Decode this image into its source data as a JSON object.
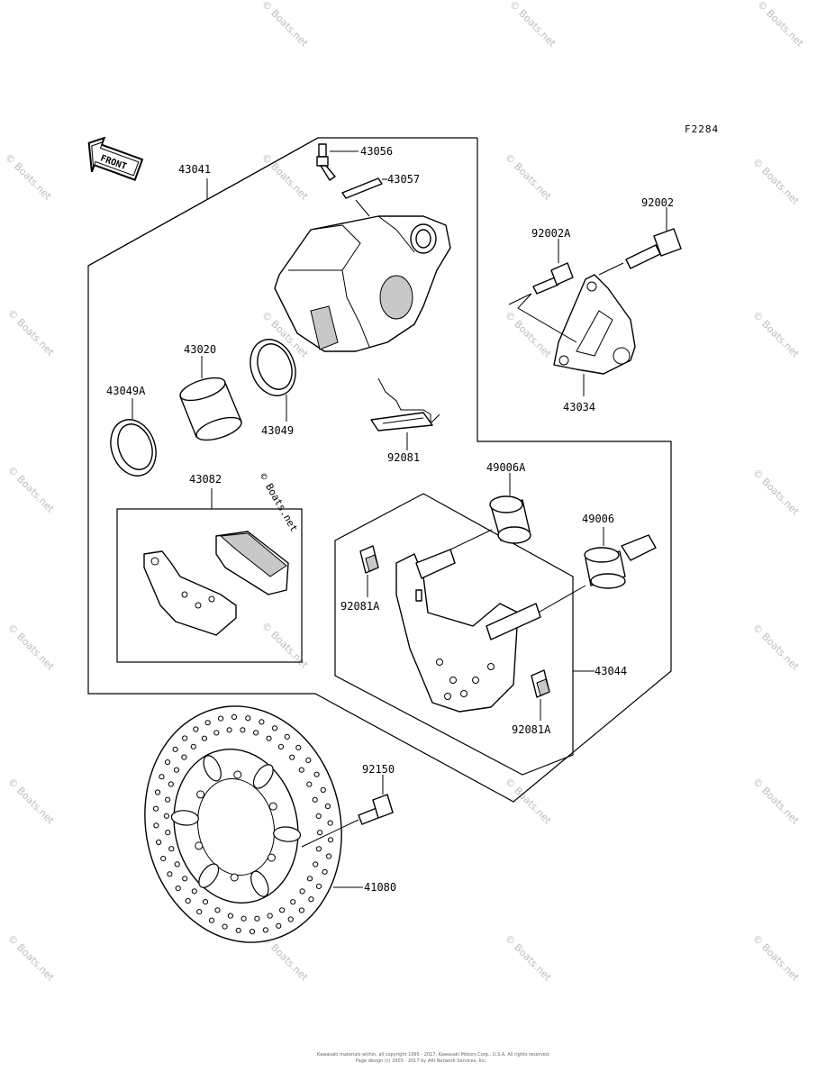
{
  "figure_code": "F2284",
  "front_label": "FRONT",
  "watermark": "© Boats.net",
  "footer": {
    "line1": "Kawasaki materials within, all copyright 1995 - 2017, Kawasaki Motors Corp., U.S.A. All rights reserved.",
    "line2": "Page design (c) 2003 - 2017 by ARI Network Services, Inc."
  },
  "parts": {
    "p43041": "43041",
    "p43056": "43056",
    "p43057": "43057",
    "p43020": "43020",
    "p43049A": "43049A",
    "p43049": "43049",
    "p43082": "43082",
    "p92081": "92081",
    "p92002A": "92002A",
    "p92002": "92002",
    "p43034": "43034",
    "p49006A": "49006A",
    "p49006": "49006",
    "p92081A_1": "92081A",
    "p92081A_2": "92081A",
    "p43044": "43044",
    "p92150": "92150",
    "p41080": "41080"
  }
}
